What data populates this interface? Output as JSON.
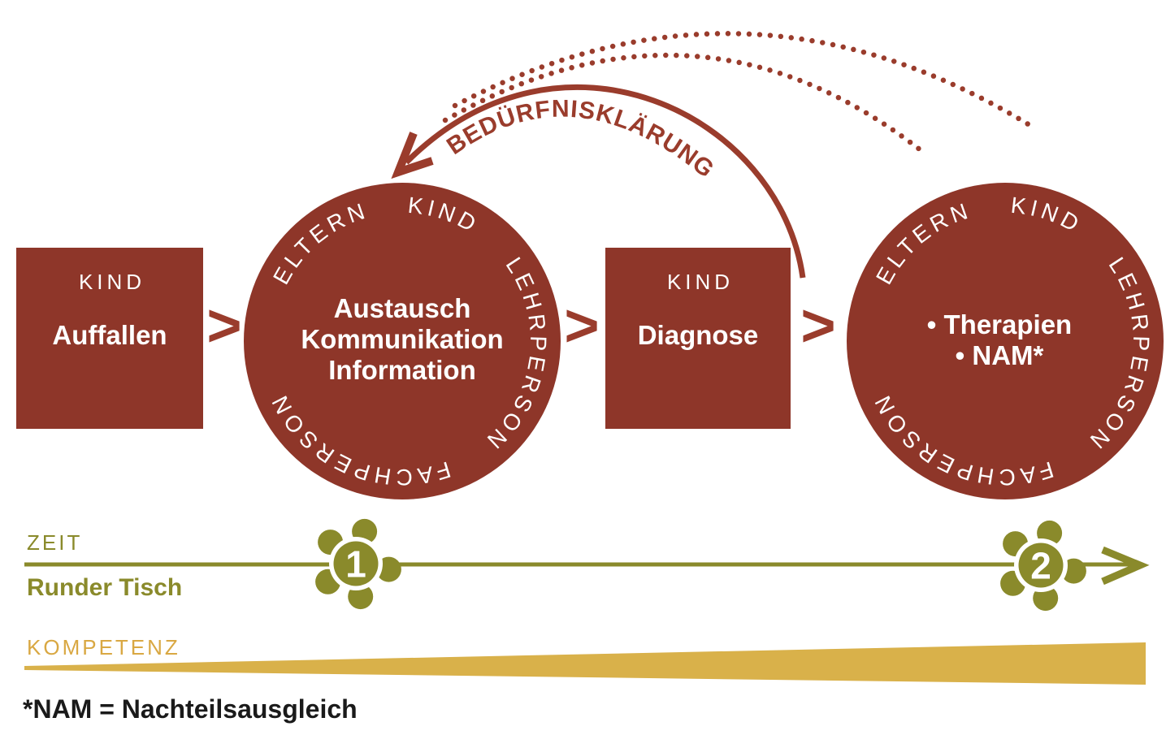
{
  "palette": {
    "maroon": "#8E3629",
    "maroon_line": "#9A3C2C",
    "olive": "#8A8A2B",
    "gold_text": "#D9A843",
    "gold_wedge": "#D9B14A",
    "footnote_black": "#1A1A1A",
    "white": "#FFFFFF"
  },
  "flow": {
    "separator": ">",
    "square1": {
      "header": "KIND",
      "title": "Auffallen"
    },
    "circle1": {
      "ring": [
        "ELTERN",
        "KIND",
        "LEHRPERSON",
        "FACHPERSON"
      ],
      "center": [
        "Austausch",
        "Kommunikation",
        "Information"
      ]
    },
    "square2": {
      "header": "KIND",
      "title": "Diagnose"
    },
    "circle2": {
      "ring": [
        "ELTERN",
        "KIND",
        "LEHRPERSON",
        "FACHPERSON"
      ],
      "center": [
        "• Therapien",
        "• NAM*"
      ]
    }
  },
  "feedback": {
    "label": "BEDÜRFNISKLÄRUNG"
  },
  "timeline": {
    "title": "ZEIT",
    "subtitle": "Runder Tisch",
    "markers": [
      "1",
      "2"
    ]
  },
  "competence": {
    "title": "KOMPETENZ"
  },
  "footnote": {
    "text": "*NAM = Nachteilsausgleich"
  }
}
